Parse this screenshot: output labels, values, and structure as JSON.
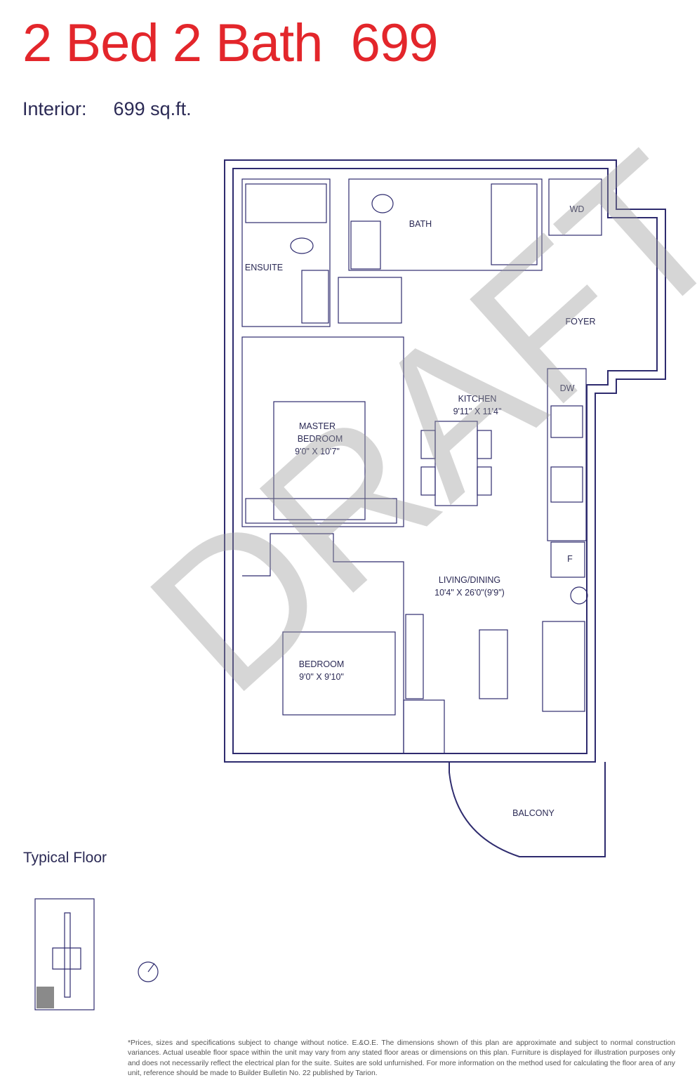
{
  "header": {
    "title": "2 Bed 2 Bath  699",
    "interior_label": "Interior:",
    "interior_value": "699 sq.ft."
  },
  "rooms": {
    "ensuite": "ENSUITE",
    "bath": "BATH",
    "wd": "WD",
    "foyer": "FOYER",
    "kitchen": {
      "name": "KITCHEN",
      "dims": "9'11\" X 11'4\""
    },
    "dw": "DW",
    "master": {
      "name1": "MASTER",
      "name2": "BEDROOM",
      "dims": "9'0\" X 10'7\""
    },
    "fridge": "F",
    "living": {
      "name": "LIVING/DINING",
      "dims": "10'4\" X 26'0\"(9'9\")"
    },
    "bedroom": {
      "name": "BEDROOM",
      "dims": "9'0\" X 9'10\""
    },
    "balcony": "BALCONY"
  },
  "watermark": "DRAFT",
  "key_plan": {
    "label": "Typical Floor"
  },
  "disclaimer": "*Prices, sizes and specifications subject to change without notice. E.&O.E. The dimensions shown of this plan are approximate and subject to normal construction variances. Actual useable floor space within the unit may vary from any stated floor areas or dimensions on this plan. Furniture is displayed for illustration purposes only and does not necessarily reflect the electrical plan for the suite. Suites are sold unfurnished. For more information on the method used for calculating the floor area of any unit, reference should be made to Builder Bulletin No. 22 published by Tarion.",
  "colors": {
    "title": "#e3262b",
    "plan": "#2e2b6e"
  }
}
